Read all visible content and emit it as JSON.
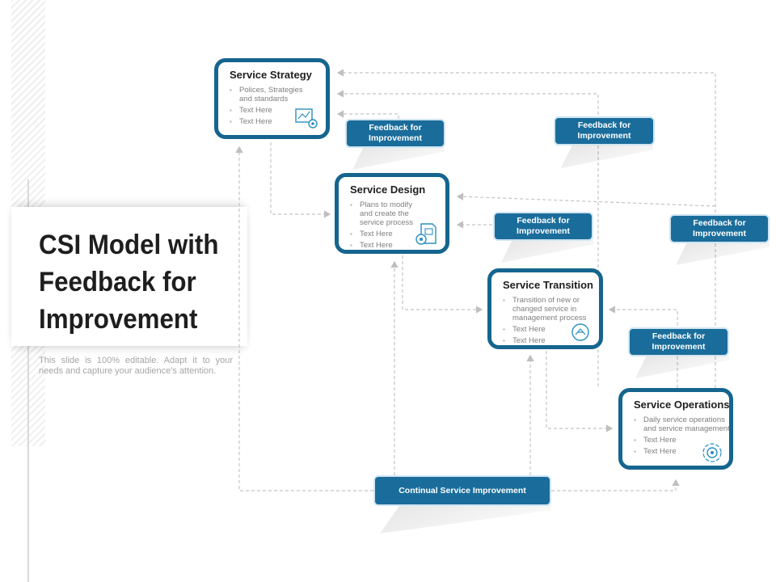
{
  "title": "CSI Model with Feedback for Improvement",
  "subtitle": "This slide is 100% editable. Adapt it to your needs and capture your audience's attention.",
  "stages": [
    {
      "title": "Service Strategy",
      "items": [
        "Polices, Strategies and standards",
        "Text Here",
        "Text Here"
      ],
      "icon": "strategy-board-gear-icon"
    },
    {
      "title": "Service Design",
      "items": [
        "Plans to modify and create the service process",
        "Text Here",
        "Text Here"
      ],
      "icon": "document-gear-icon"
    },
    {
      "title": "Service Transition",
      "items": [
        "Transition of new or changed service in management process",
        "Text Here",
        "Text Here"
      ],
      "icon": "transition-circles-icon"
    },
    {
      "title": "Service Operations",
      "items": [
        "Daily service operations and service management",
        "Text Here",
        "Text Here"
      ],
      "icon": "gear-cycle-icon"
    }
  ],
  "feedback": [
    "Feedback for Improvement",
    "Feedback for Improvement",
    "Feedback for Improvement",
    "Feedback for Improvement",
    "Feedback for Improvement"
  ],
  "csi_label": "Continual Service Improvement",
  "colors": {
    "primary": "#15658f",
    "button": "#1a6d9b",
    "connector": "#bfbfbf"
  }
}
